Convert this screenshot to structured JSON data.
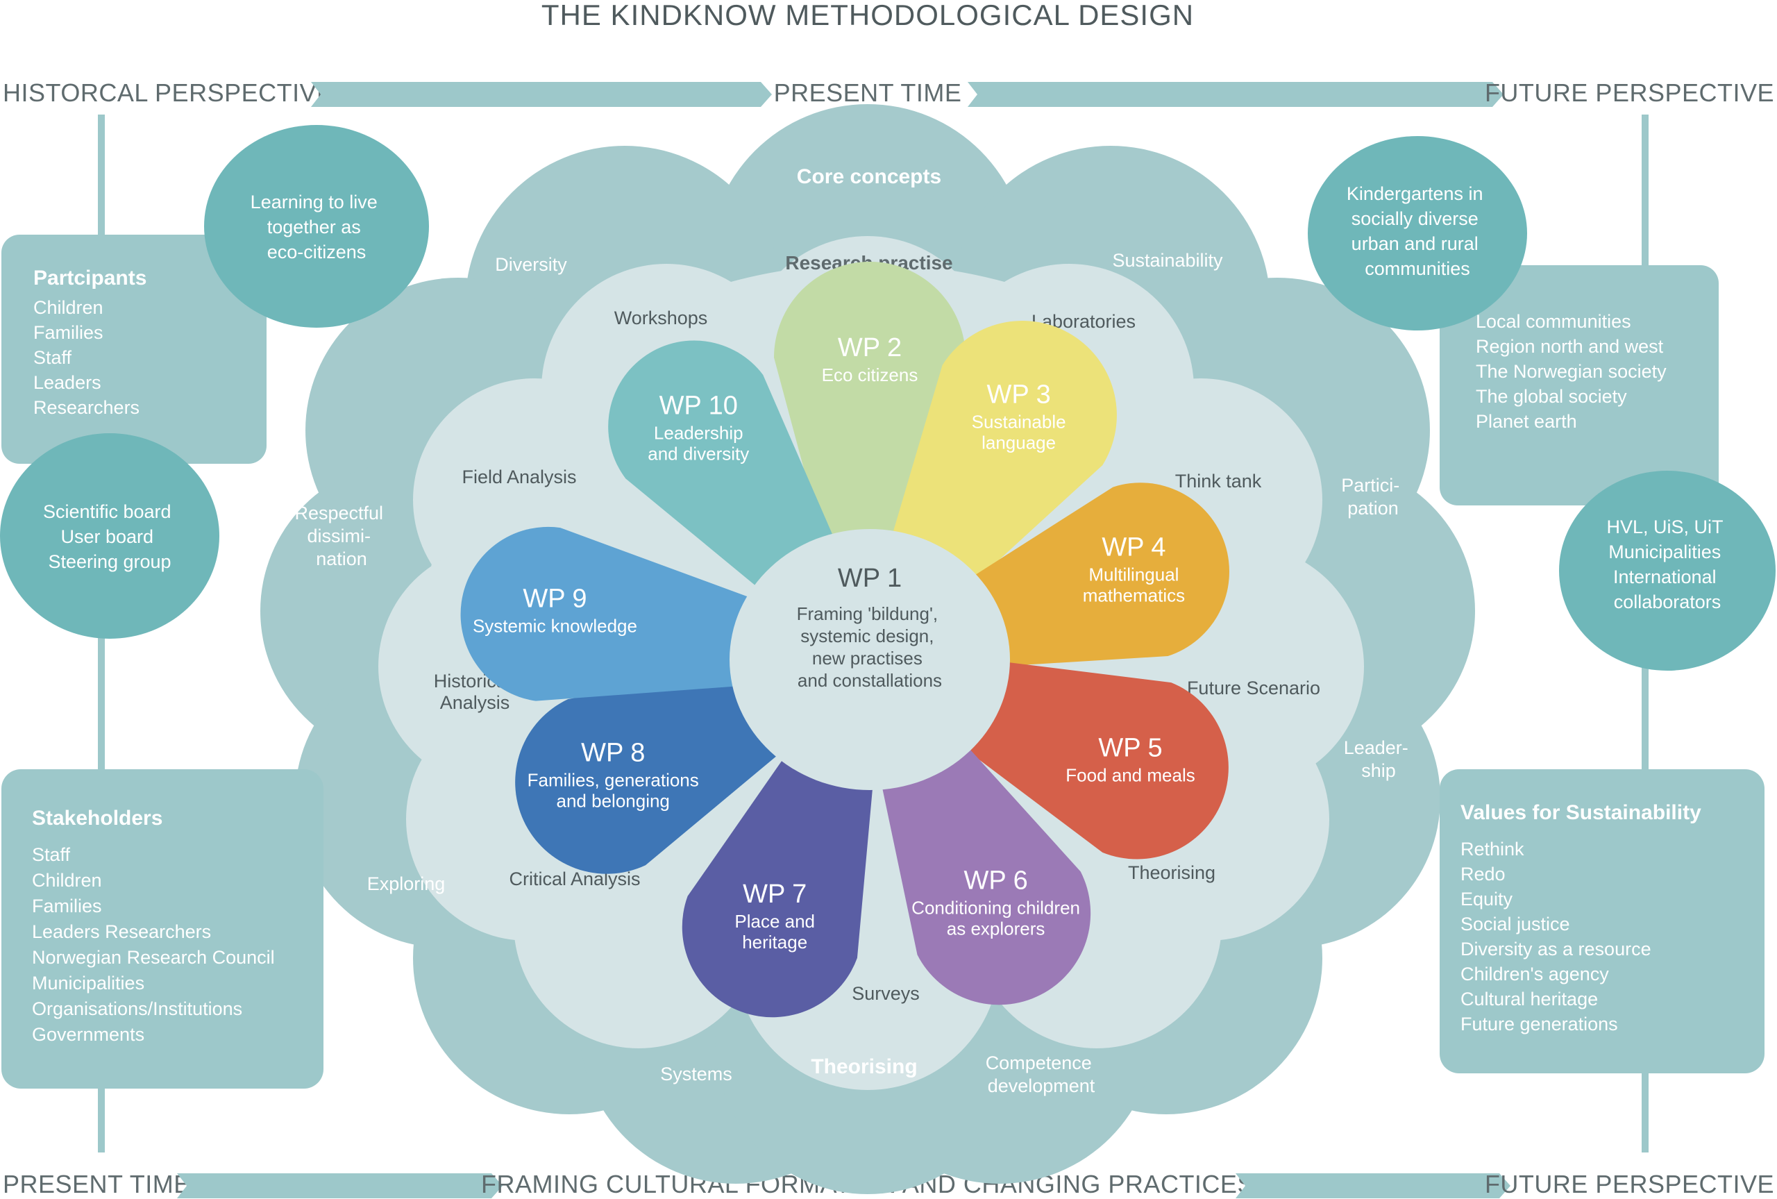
{
  "title": "THE KINDKNOW METHODOLOGICAL DESIGN",
  "top_band": {
    "left": "HISTORCAL PERSPECTIVE",
    "center": "PRESENT TIME",
    "right": "FUTURE PERSPECTIVE"
  },
  "bottom_band": {
    "left": "PRESENT TIME",
    "center": "FRAMING CULTURAL FORMATION AND CHANGING PRACTICES",
    "right": "FUTURE PERSPECTIVE"
  },
  "left_panel": {
    "bubble_top": [
      "Learning to live",
      "together as",
      "eco-citizens"
    ],
    "participants": {
      "heading": "Partcipants",
      "items": [
        "Children",
        "Families",
        "Staff",
        "Leaders",
        "Researchers"
      ]
    },
    "bubble_mid": [
      "Scientific board",
      "User board",
      "Steering group"
    ],
    "stakeholders": {
      "heading": "Stakeholders",
      "items": [
        "Staff",
        "Children",
        "Families",
        "Leaders Researchers",
        "Norwegian Research Council",
        "Municipalities",
        "Organisations/Institutions",
        "Governments"
      ]
    }
  },
  "right_panel": {
    "bubble_top": [
      "Kindergartens in",
      "socially diverse",
      "urban and rural",
      "communities"
    ],
    "communities": {
      "items": [
        "Local communities",
        "Region north and west",
        "The Norwegian society",
        "The global society",
        "Planet earth"
      ]
    },
    "bubble_mid": [
      "HVL, UiS, UiT",
      "Municipalities",
      "International",
      "collaborators"
    ],
    "values": {
      "heading": "Values for Sustainability",
      "items": [
        "Rethink",
        "Redo",
        "Equity",
        "Social justice",
        "Diversity as a resource",
        "Children's agency",
        "Cultural heritage",
        "Future generations"
      ]
    }
  },
  "outer_cloud": {
    "heading": "Core concepts",
    "bottom_heading": "Theorising",
    "labels": {
      "diversity": "Diversity",
      "sustainability": "Sustainability",
      "respectful": [
        "Respectful",
        "dissimi-",
        "nation"
      ],
      "participation": [
        "Partici-",
        "pation"
      ],
      "leadership": [
        "Leader-",
        "ship"
      ],
      "exploring": "Exploring",
      "systems": "Systems",
      "competence": [
        "Competence",
        "development"
      ]
    }
  },
  "inner_cloud": {
    "heading": "Research practise",
    "labels": {
      "workshops": "Workshops",
      "laboratories": "Laboratories",
      "field_analysis": "Field Analysis",
      "think_tank": "Think tank",
      "historical_analysis": [
        "Historical",
        "Analysis"
      ],
      "future_scenario": "Future Scenario",
      "critical_analysis": "Critical Analysis",
      "theorising": "Theorising",
      "surveys": "Surveys"
    }
  },
  "work_packages": [
    {
      "id": "WP 2",
      "lines": [
        "Eco citizens"
      ],
      "color": "#c2dba6"
    },
    {
      "id": "WP 3",
      "lines": [
        "Sustainable",
        "language"
      ],
      "color": "#ece279"
    },
    {
      "id": "WP 4",
      "lines": [
        "Multilingual",
        "mathematics"
      ],
      "color": "#e6ae3c"
    },
    {
      "id": "WP 5",
      "lines": [
        "Food and meals"
      ],
      "color": "#d5604a"
    },
    {
      "id": "WP 6",
      "lines": [
        "Conditioning children",
        "as explorers"
      ],
      "color": "#9b7ab6"
    },
    {
      "id": "WP 7",
      "lines": [
        "Place and",
        "heritage"
      ],
      "color": "#5a5ea4"
    },
    {
      "id": "WP 8",
      "lines": [
        "Families, generations",
        "and belonging"
      ],
      "color": "#3e76b6"
    },
    {
      "id": "WP 9",
      "lines": [
        "Systemic knowledge"
      ],
      "color": "#5ea3d3"
    },
    {
      "id": "WP 10",
      "lines": [
        "Leadership",
        "and diversity"
      ],
      "color": "#7cc1c3"
    }
  ],
  "center": {
    "id": "WP 1",
    "lines": [
      "Framing 'bildung',",
      "systemic design,",
      "new practises",
      "and constallations"
    ]
  },
  "colors": {
    "teal_bubble": "#6fb7b9",
    "teal_box": "#9dc8ca",
    "outer_cloud": "#a5cacc",
    "inner_cloud": "#d5e4e6",
    "arrow": "#9dc8ca",
    "text_dark": "#4f5a5d"
  }
}
